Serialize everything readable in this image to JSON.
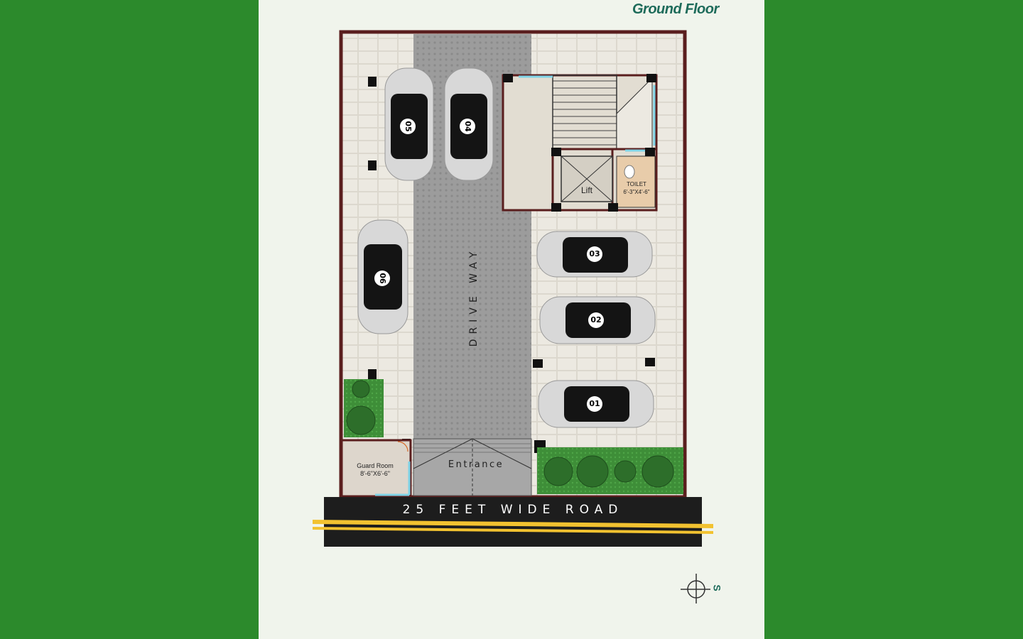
{
  "plan": {
    "title": "Ground Floor",
    "road_label": "25 FEET WIDE ROAD",
    "driveway_label": "DRIVE WAY",
    "entrance_label": "Entrance",
    "guard_room": {
      "name": "Guard Room",
      "size": "8'-6\"X6'-6\""
    },
    "toilet": {
      "name": "TOILET",
      "size": "6'-3\"X4'-6\""
    },
    "lift_label": "Lift",
    "compass_label": "S",
    "parking_slots": [
      "01",
      "02",
      "03",
      "04",
      "05",
      "06"
    ]
  },
  "colors": {
    "background": "#2c8a2c",
    "sheet": "#f0f4ec",
    "wall": "#5a1e1e",
    "driveway": "#9a9a9a",
    "tiles": "#ebe8e0",
    "lawn": "#3f8f3a",
    "title": "#1d6b5a",
    "window": "#7fd3e6"
  }
}
